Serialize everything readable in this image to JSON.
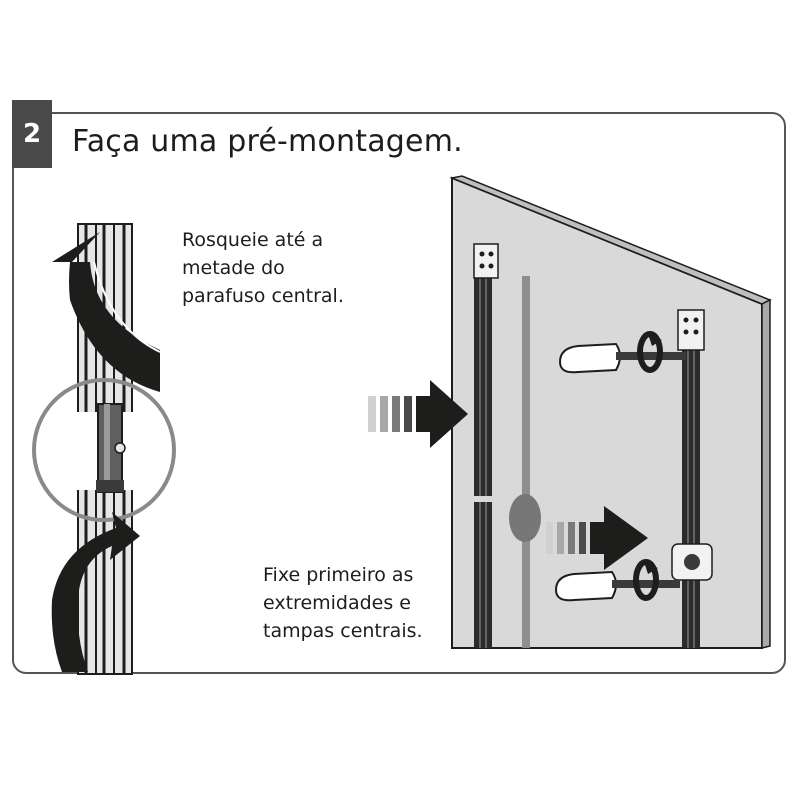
{
  "step": {
    "number": "2",
    "title": "Faça uma pré-montagem."
  },
  "captions": {
    "thread": "Rosqueie até a\nmetade do\nparafuso central.",
    "fix": "Fixe primeiro as\nextremidades e\ntampas centrais."
  },
  "colors": {
    "badge": "#4a4a4a",
    "frame": "#555555",
    "panel": "#d9d9d9",
    "rail": "#2b2b2b",
    "arrow": "#1d1d1b"
  },
  "icons": [
    "rotation-arrow-icon",
    "push-arrow-icon",
    "screwdriver-icon",
    "bracket-icon",
    "magnifier-circle-icon"
  ]
}
